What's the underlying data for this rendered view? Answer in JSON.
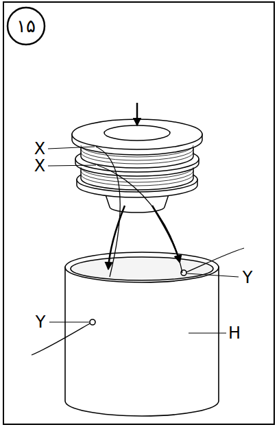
{
  "diagram": {
    "labels": [
      "۱۵",
      "X",
      "X",
      "Y",
      "Y",
      "H"
    ]
  }
}
